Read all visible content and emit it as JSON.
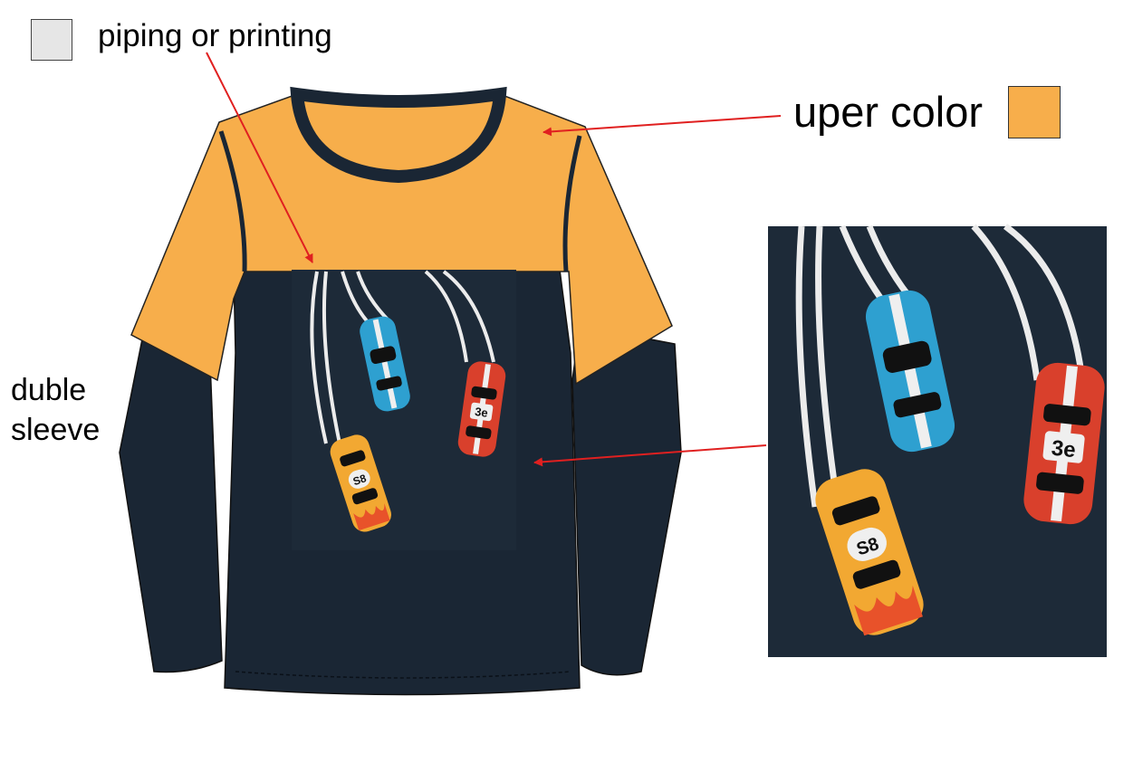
{
  "colors": {
    "upper": "#F7AE4B",
    "body": "#1A2634",
    "piping": "#E6E6E6",
    "arrow": "#E02020",
    "car_blue": "#2EA0D0",
    "car_red": "#D9402C",
    "car_yellow": "#F2A832",
    "flame": "#E8522A"
  },
  "legend": {
    "piping_label": "piping or printing",
    "upper_label": "uper color"
  },
  "callouts": {
    "sleeve_line1": "duble",
    "sleeve_line2": "sleeve"
  },
  "print": {
    "car_red_number": "3e",
    "car_yellow_number": "S8"
  }
}
